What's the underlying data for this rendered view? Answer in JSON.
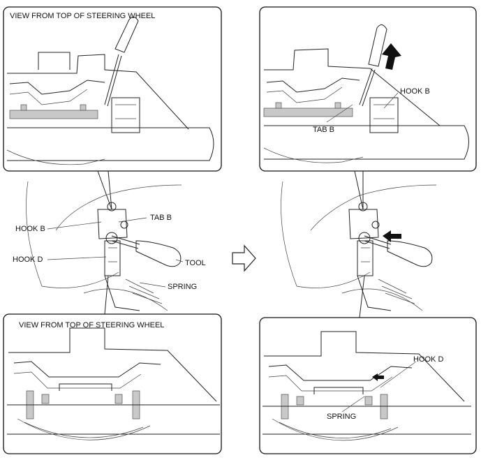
{
  "panels": {
    "top_left_caption": "VIEW FROM TOP OF STEERING WHEEL",
    "bottom_left_caption": "VIEW FROM TOP OF STEERING WHEEL"
  },
  "labels": {
    "tab_b_top_right": "TAB B",
    "hook_b_top_right": "HOOK B",
    "tab_b_middle_left": "TAB B",
    "hook_b_middle_left": "HOOK B",
    "hook_d_middle_left": "HOOK D",
    "tool": "TOOL",
    "spring_middle_left": "SPRING",
    "hook_d_bottom_right": "HOOK D",
    "spring_bottom_right": "SPRING"
  },
  "icons": {
    "transition_arrow": "outline-right-arrow-icon",
    "push_arrow": "solid-black-arrow-icon"
  }
}
